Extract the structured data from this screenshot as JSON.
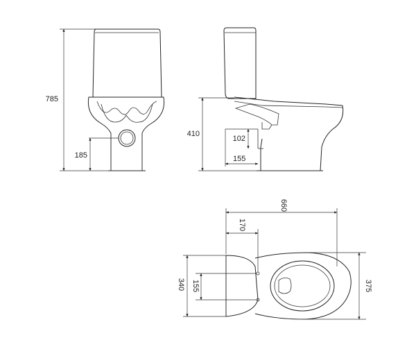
{
  "dimensions": {
    "total_height": "785",
    "outlet_height": "185",
    "seat_height": "410",
    "inlet_height": "102",
    "inlet_offset": "155",
    "total_length": "660",
    "bolt_offset": "170",
    "tank_width": "340",
    "bolt_spacing": "155",
    "bowl_width": "375"
  }
}
